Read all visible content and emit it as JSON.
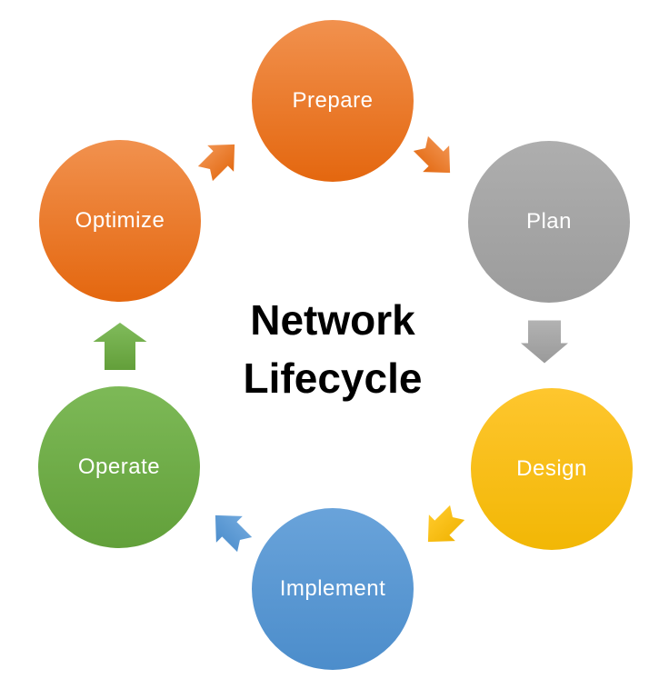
{
  "background_color": "#FFFFFF",
  "title": {
    "line1": "Network",
    "line2": "Lifecycle",
    "color": "#000000"
  },
  "nodes": [
    {
      "id": "prepare",
      "label": "Prepare",
      "color_top": "#F1914E",
      "color_bottom": "#E4670F",
      "text_color": "#FFFFFF"
    },
    {
      "id": "plan",
      "label": "Plan",
      "color_top": "#AEAEAE",
      "color_bottom": "#9C9C9C",
      "text_color": "#FFFFFF"
    },
    {
      "id": "design",
      "label": "Design",
      "color_top": "#FEC62E",
      "color_bottom": "#F2B705",
      "text_color": "#FFFFFF"
    },
    {
      "id": "implement",
      "label": "Implement",
      "color_top": "#69A3DA",
      "color_bottom": "#4C8DCB",
      "text_color": "#FFFFFF"
    },
    {
      "id": "operate",
      "label": "Operate",
      "color_top": "#7DB957",
      "color_bottom": "#62A03A",
      "text_color": "#FFFFFF"
    },
    {
      "id": "optimize",
      "label": "Optimize",
      "color_top": "#F1914E",
      "color_bottom": "#E4670F",
      "text_color": "#FFFFFF"
    }
  ],
  "arrows": [
    {
      "id": "optimize-to-prepare",
      "direction": "up-right",
      "color_top": "#F19350",
      "color_bottom": "#E36A12"
    },
    {
      "id": "prepare-to-plan",
      "direction": "down-right",
      "color_top": "#F19350",
      "color_bottom": "#E36A12"
    },
    {
      "id": "plan-to-design",
      "direction": "down",
      "color_top": "#B2B2B2",
      "color_bottom": "#9A9A9A"
    },
    {
      "id": "design-to-implement",
      "direction": "down-left",
      "color_top": "#FFC929",
      "color_bottom": "#F1B404"
    },
    {
      "id": "implement-to-operate",
      "direction": "up-left",
      "color_top": "#70A8DD",
      "color_bottom": "#4D8ECC"
    },
    {
      "id": "operate-to-optimize",
      "direction": "up",
      "color_top": "#80BB5B",
      "color_bottom": "#639F3A"
    }
  ]
}
